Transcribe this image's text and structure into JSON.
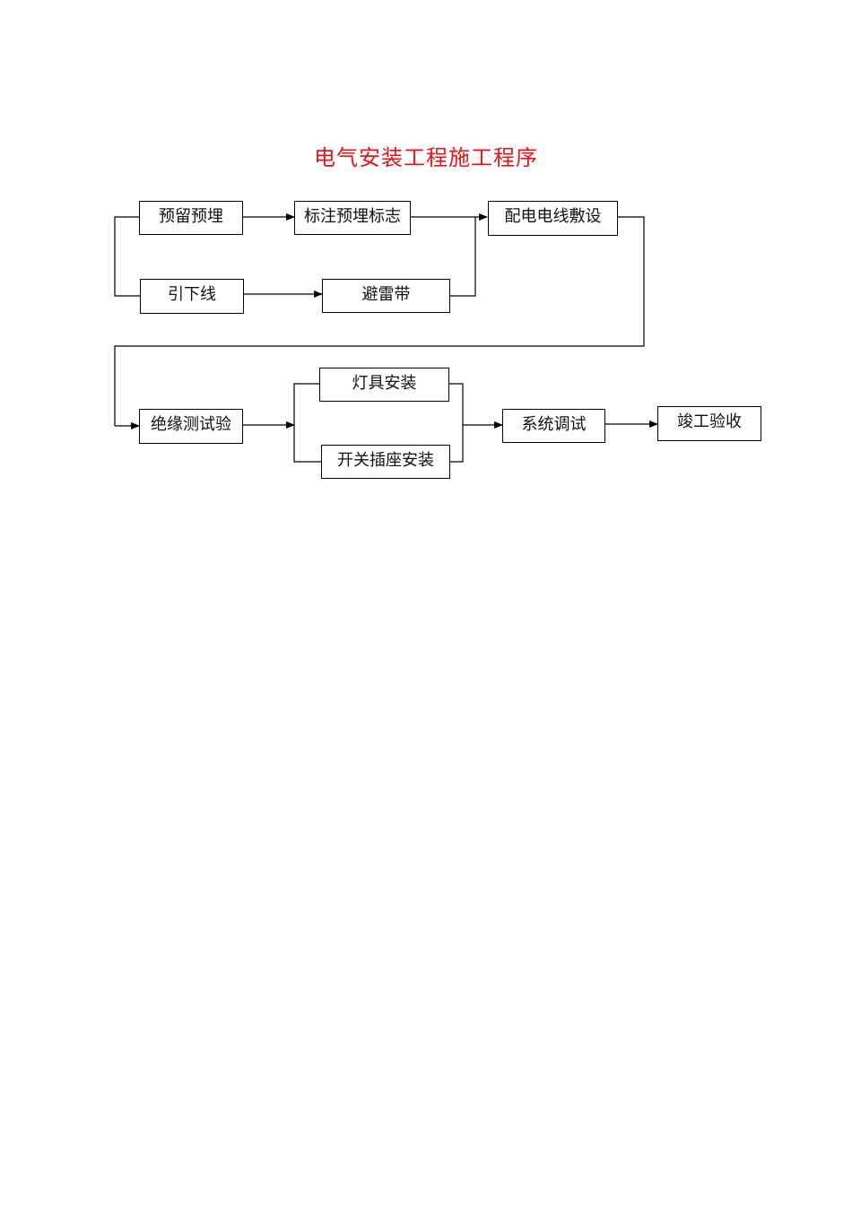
{
  "title": "电气安装工程施工程序",
  "colors": {
    "title": "#e8141b",
    "line": "#000000",
    "box_border": "#000000"
  },
  "steps": {
    "preembed": "预留预埋",
    "mark_preembed": "标注预埋标志",
    "downlead": "引下线",
    "lightning_belt": "避雷带",
    "wiring": "配电电线敷设",
    "insulation_test": "绝缘测试验",
    "lamp_install": "灯具安装",
    "switch_socket_install": "开关插座安装",
    "system_debug": "系统调试",
    "acceptance": "竣工验收"
  }
}
